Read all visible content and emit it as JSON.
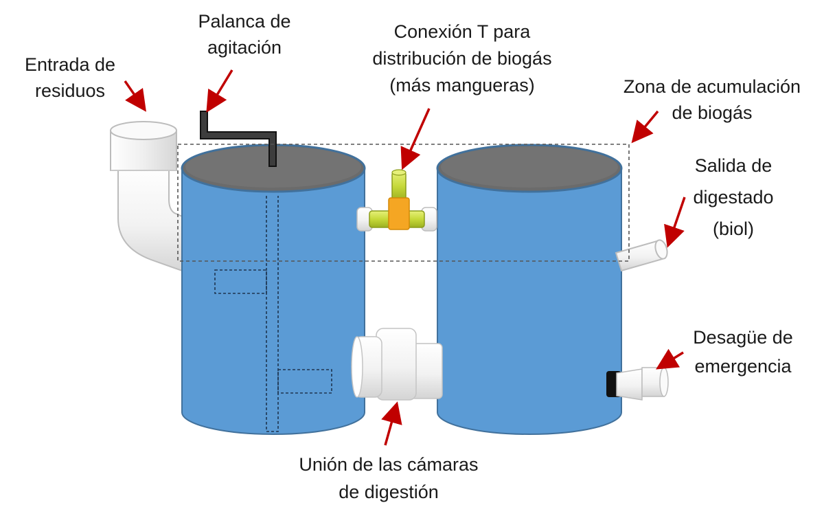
{
  "labels": {
    "entrada": [
      "Entrada de",
      "residuos"
    ],
    "palanca": [
      "Palanca de",
      "agitación"
    ],
    "conexion": [
      "Conexión T para",
      "distribución de biogás",
      "(más mangueras)"
    ],
    "zona": [
      "Zona de acumulación",
      "de biogás"
    ],
    "salida": [
      "Salida de",
      "digestado",
      "(biol)"
    ],
    "desague": [
      "Desagüe de",
      "emergencia"
    ],
    "union": [
      "Unión de las cámaras",
      "de digestión"
    ]
  },
  "colors": {
    "tank_body": "#5b9bd5",
    "tank_outline": "#3f6f9e",
    "tank_top": "#6e6e6e",
    "arrow": "#c00000",
    "pipe": "#f2f2f2",
    "pipe_outline": "#bfbfbf",
    "t_joint": "#f5a623",
    "t_pipe": "#c6d93a",
    "lever": "#404040"
  }
}
